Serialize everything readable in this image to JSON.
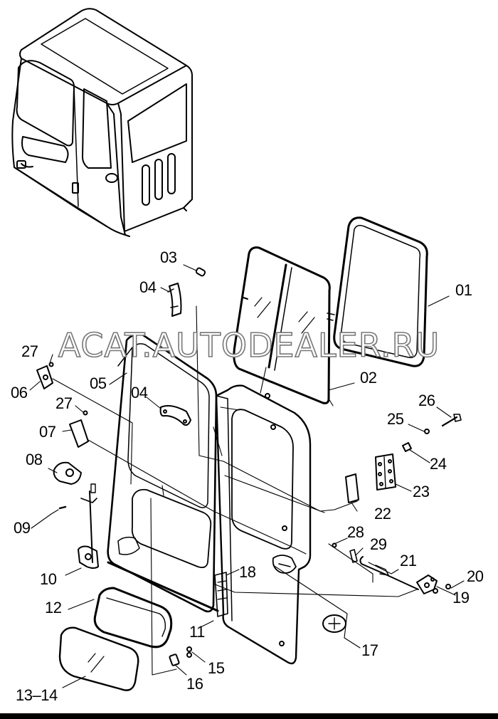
{
  "watermark": "ACAT.AUTODEALER.RU",
  "labels": {
    "p01": "01",
    "p02": "02",
    "p03": "03",
    "p04a": "04",
    "p04b": "04",
    "p05": "05",
    "p06": "06",
    "p07": "07",
    "p08": "08",
    "p09": "09",
    "p10": "10",
    "p11": "11",
    "p12": "12",
    "p13": "13–14",
    "p15": "15",
    "p16": "16",
    "p17": "17",
    "p18": "18",
    "p19": "19",
    "p20": "20",
    "p21": "21",
    "p22": "22",
    "p23": "23",
    "p24": "24",
    "p25": "25",
    "p26": "26",
    "p27a": "27",
    "p27b": "27",
    "p28": "28",
    "p29": "29"
  }
}
